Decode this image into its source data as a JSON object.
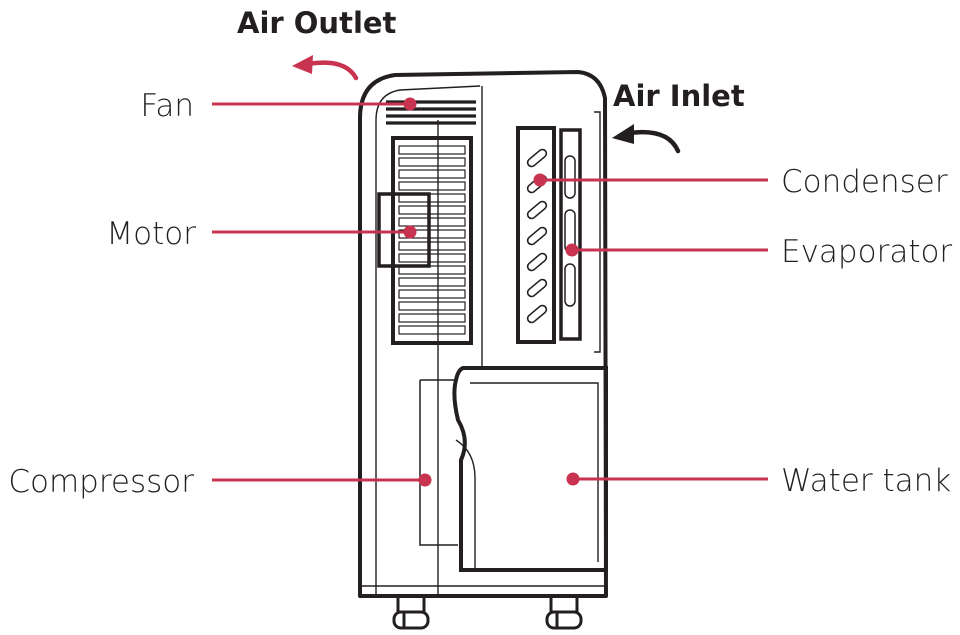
{
  "labels": {
    "air_outlet": "Air Outlet",
    "air_inlet": "Air Inlet",
    "fan": "Fan",
    "motor": "Motor",
    "compressor": "Compressor",
    "condenser": "Condenser",
    "evaporator": "Evaporator",
    "water_tank": "Water tank"
  },
  "colors": {
    "callout": "#c8334f",
    "outline": "#231f20",
    "background": "#ffffff"
  }
}
